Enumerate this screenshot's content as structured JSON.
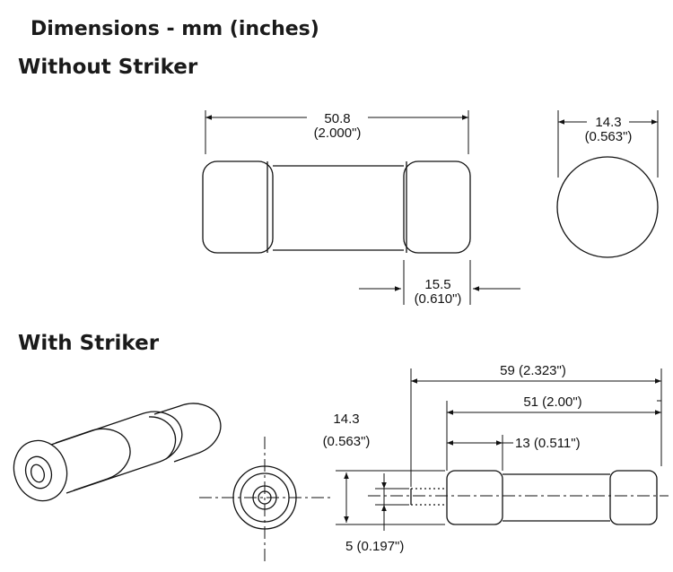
{
  "headings": {
    "dimensions": "Dimensions - mm (inches)",
    "without_striker": "Without Striker",
    "with_striker": "With Striker"
  },
  "without_striker": {
    "length_mm": "50.8",
    "length_in": "(2.000\")",
    "diameter_mm": "14.3",
    "diameter_in": "(0.563\")",
    "cap_mm": "15.5",
    "cap_in": "(0.610\")"
  },
  "with_striker": {
    "overall": "59 (2.323\")",
    "body": "51 (2.00\")",
    "cap": "13 (0.511\")",
    "diameter_mm": "14.3",
    "diameter_in": "(0.563\")",
    "striker_dia": "5 (0.197\")"
  }
}
